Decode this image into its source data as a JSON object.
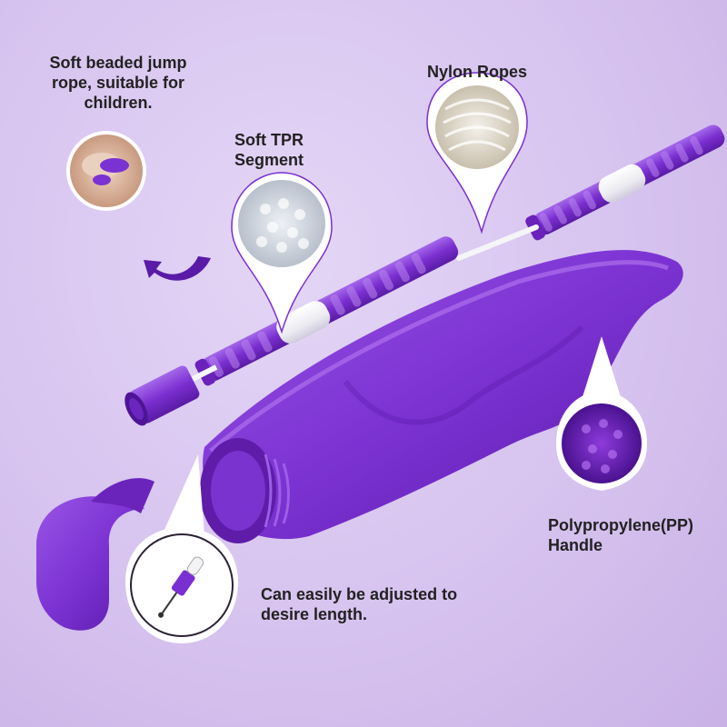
{
  "labels": {
    "beaded_rope": "Soft beaded jump\nrope, suitable for\nchildren.",
    "nylon_ropes": "Nylon Ropes",
    "tpr_segment": "Soft TPR\nSegment",
    "pp_handle": "Polypropylene(PP)\nHandle",
    "adjustable": "Can easily be adjusted to\ndesire length."
  },
  "colors": {
    "background": "#d7c3ef",
    "purple": "#7a2fd0",
    "purple_dark": "#5b1ea8",
    "white_bead": "#f2f1f5"
  }
}
